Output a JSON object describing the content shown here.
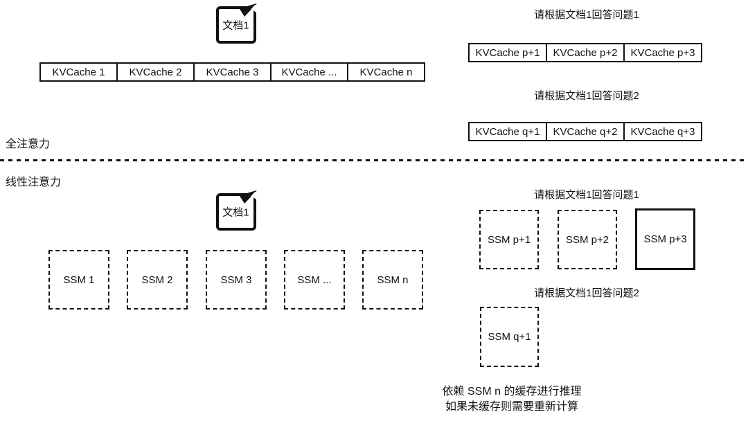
{
  "colors": {
    "ink": "#111111",
    "background": "#ffffff"
  },
  "full_attention": {
    "section_label": "全注意力",
    "doc": {
      "label": "文档1"
    },
    "kvcache_row": [
      "KVCache 1",
      "KVCache 2",
      "KVCache 3",
      "KVCache ...",
      "KVCache n"
    ],
    "prompt1": {
      "title": "请根据文档1回答问题1",
      "cells": [
        "KVCache p+1",
        "KVCache p+2",
        "KVCache p+3"
      ]
    },
    "prompt2": {
      "title": "请根据文档1回答问题2",
      "cells": [
        "KVCache q+1",
        "KVCache q+2",
        "KVCache q+3"
      ]
    }
  },
  "linear_attention": {
    "section_label": "线性注意力",
    "doc": {
      "label": "文档1"
    },
    "ssm_row": [
      "SSM 1",
      "SSM 2",
      "SSM 3",
      "SSM ...",
      "SSM n"
    ],
    "prompt1": {
      "title": "请根据文档1回答问题1",
      "boxes": [
        {
          "label": "SSM p+1",
          "style": "dashed"
        },
        {
          "label": "SSM p+2",
          "style": "dashed"
        },
        {
          "label": "SSM p+3",
          "style": "solid"
        }
      ]
    },
    "prompt2": {
      "title": "请根据文档1回答问题2",
      "boxes": [
        {
          "label": "SSM q+1",
          "style": "dashed"
        }
      ]
    },
    "note": {
      "line1": "依赖 SSM n 的缓存进行推理",
      "line2": "如果未缓存则需要重新计算"
    }
  }
}
